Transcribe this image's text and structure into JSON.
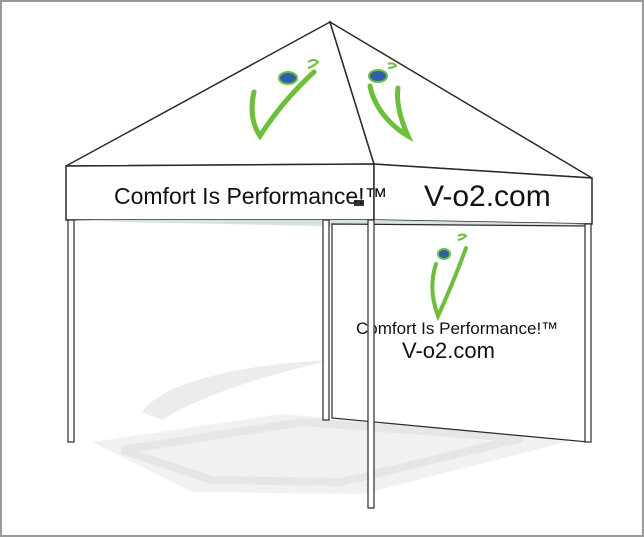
{
  "tent": {
    "valance_front_slogan": "Comfort Is Performance!™",
    "valance_side_url": "V-o2.com",
    "side_wall_slogan": "Comfort Is Performance!™",
    "side_wall_url": "V-o2.com"
  },
  "colors": {
    "brand_green": "#6cbf3a",
    "brand_blue": "#2e5fa8",
    "outline": "#2a2a2a",
    "watermark": "#ececec",
    "frame_border": "#9a9a9a"
  },
  "icons": {
    "logo": "v-o2-logo-icon"
  }
}
